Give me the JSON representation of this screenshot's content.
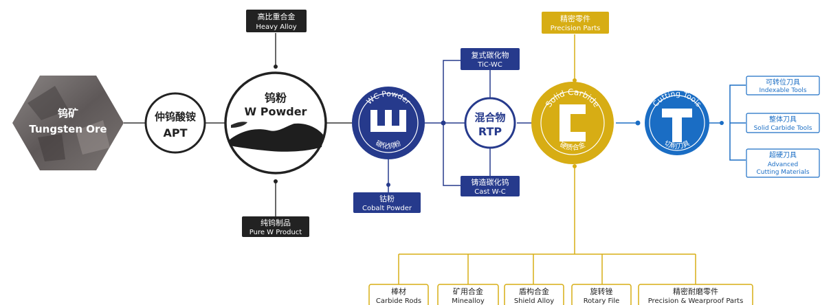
{
  "colors": {
    "dark": "#222222",
    "navy": "#263a8c",
    "gold": "#d7ad14",
    "blue": "#1a6dc4",
    "ore": "#6b6565"
  },
  "ore": {
    "cn": "钨矿",
    "en": "Tungsten Ore"
  },
  "apt": {
    "cn": "仲钨酸铵",
    "en": "APT"
  },
  "w_powder": {
    "cn": "钨粉",
    "en": "W Powder"
  },
  "heavy_alloy": {
    "cn": "高比重合金",
    "en": "Heavy Alloy"
  },
  "pure_w": {
    "cn": "纯钨制品",
    "en": "Pure W Product"
  },
  "wc_powder": {
    "arc_top": "WC Powder",
    "arc_bottom": "碳化钨粉",
    "glyph": "W"
  },
  "cobalt": {
    "cn": "钴粉",
    "en": "Cobalt Powder"
  },
  "tic_wc": {
    "cn": "复式碳化物",
    "en": "TiC-WC"
  },
  "cast_wc": {
    "cn": "铸造碳化钨",
    "en": "Cast W-C"
  },
  "rtp": {
    "cn": "混合物",
    "en": "RTP"
  },
  "solid_carbide": {
    "arc_top": "Solid Carbide",
    "arc_bottom": "硬质合金",
    "glyph": "C"
  },
  "precision_parts": {
    "cn": "精密零件",
    "en": "Precision  Parts"
  },
  "cutting_tools": {
    "arc_top": "Cutting Tools",
    "arc_bottom": "切削刀具",
    "glyph": "T"
  },
  "tool_types": [
    {
      "cn": "可转位刀具",
      "en": "Indexable Tools"
    },
    {
      "cn": "整体刀具",
      "en": "Solid Carbide Tools"
    },
    {
      "cn": "超硬刀具",
      "en": "Advanced",
      "en2": "Cutting Materials"
    }
  ],
  "products": [
    {
      "cn": "棒材",
      "en": "Carbide Rods"
    },
    {
      "cn": "矿用合金",
      "en": "Minealloy"
    },
    {
      "cn": "盾构合金",
      "en": "Shield Alloy"
    },
    {
      "cn": "旋转锉",
      "en": "Rotary File"
    },
    {
      "cn": "精密耐磨零件",
      "en": "Precision & Wearproof Parts"
    }
  ]
}
